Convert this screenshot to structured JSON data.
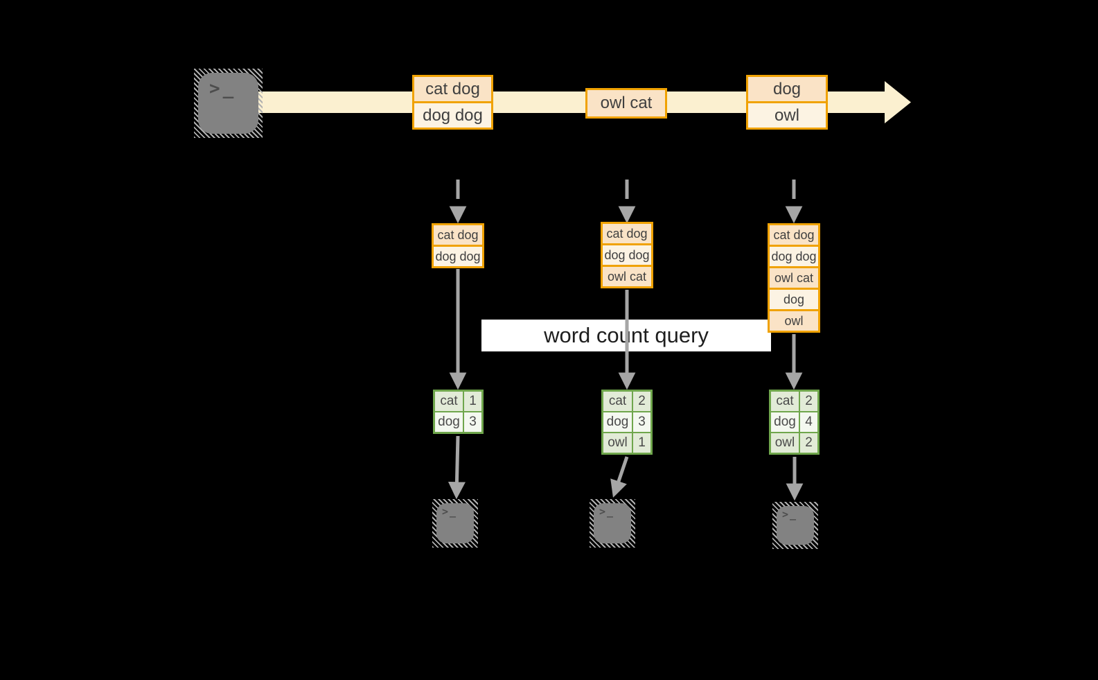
{
  "query_label": "word count query",
  "source": {
    "icon": "terminal-icon",
    "glyph": ">_"
  },
  "stream": {
    "batches": [
      {
        "rows": [
          "cat dog",
          "dog dog"
        ]
      },
      {
        "rows": [
          "owl cat"
        ]
      },
      {
        "rows": [
          "dog",
          "owl"
        ]
      }
    ]
  },
  "columns": [
    {
      "state_rows": [
        "cat dog",
        "dog dog"
      ],
      "counts": [
        {
          "word": "cat",
          "n": "1"
        },
        {
          "word": "dog",
          "n": "3"
        }
      ]
    },
    {
      "state_rows": [
        "cat dog",
        "dog dog",
        "owl cat"
      ],
      "counts": [
        {
          "word": "cat",
          "n": "2"
        },
        {
          "word": "dog",
          "n": "3"
        },
        {
          "word": "owl",
          "n": "1"
        }
      ]
    },
    {
      "state_rows": [
        "cat dog",
        "dog dog",
        "owl cat",
        "dog",
        "owl"
      ],
      "counts": [
        {
          "word": "cat",
          "n": "2"
        },
        {
          "word": "dog",
          "n": "4"
        },
        {
          "word": "owl",
          "n": "2"
        }
      ]
    }
  ],
  "outputs": {
    "glyph": ">_"
  },
  "colors": {
    "background": "#000000",
    "stream_band": "#FBF0D0",
    "box_border": "#F0A202",
    "box_fill_dark": "#FAE3C6",
    "box_fill_light": "#FCF3E3",
    "table_border": "#6FA64C",
    "table_fill_dark": "#E2EBD7",
    "table_fill_light": "#F4F8F0",
    "arrow_gray": "#A6A6A6",
    "terminal_gray": "#828282",
    "label_bg": "#FFFFFF",
    "text": "#3F3F3F"
  }
}
